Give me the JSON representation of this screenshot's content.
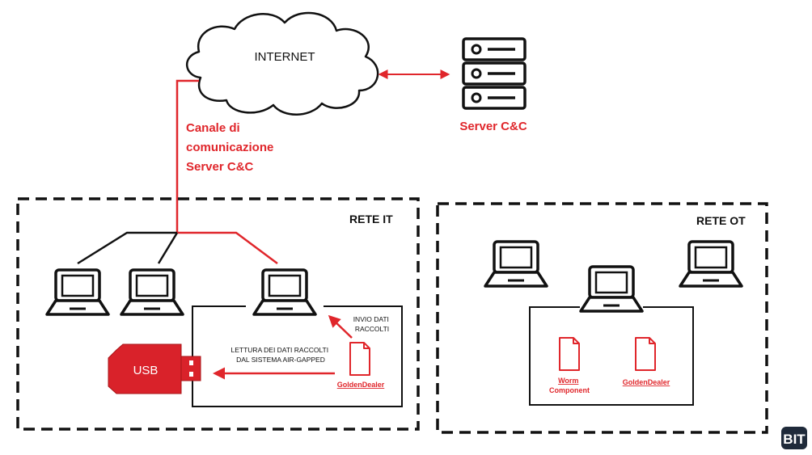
{
  "internet": {
    "label": "INTERNET"
  },
  "server": {
    "label": "Server C&C"
  },
  "channel": {
    "lines": [
      "Canale di",
      "comunicazione",
      "Server C&C"
    ]
  },
  "rete_it": {
    "label": "RETE IT",
    "invio_lines": [
      "INVIO DATI",
      "RACCOLTI"
    ],
    "lettura_lines": [
      "LETTURA DEI DATI RACCOLTI",
      "DAL SISTEMA AIR-GAPPED"
    ],
    "file_label": "GoldenDealer",
    "usb_label": "USB"
  },
  "rete_ot": {
    "label": "RETE OT",
    "worm_lines": [
      "Worm",
      "Component"
    ],
    "file_label": "GoldenDealer"
  },
  "logo": {
    "text": "BIT"
  },
  "colors": {
    "red": "#e0262b",
    "black": "#111111",
    "usb": "#d9222a"
  }
}
